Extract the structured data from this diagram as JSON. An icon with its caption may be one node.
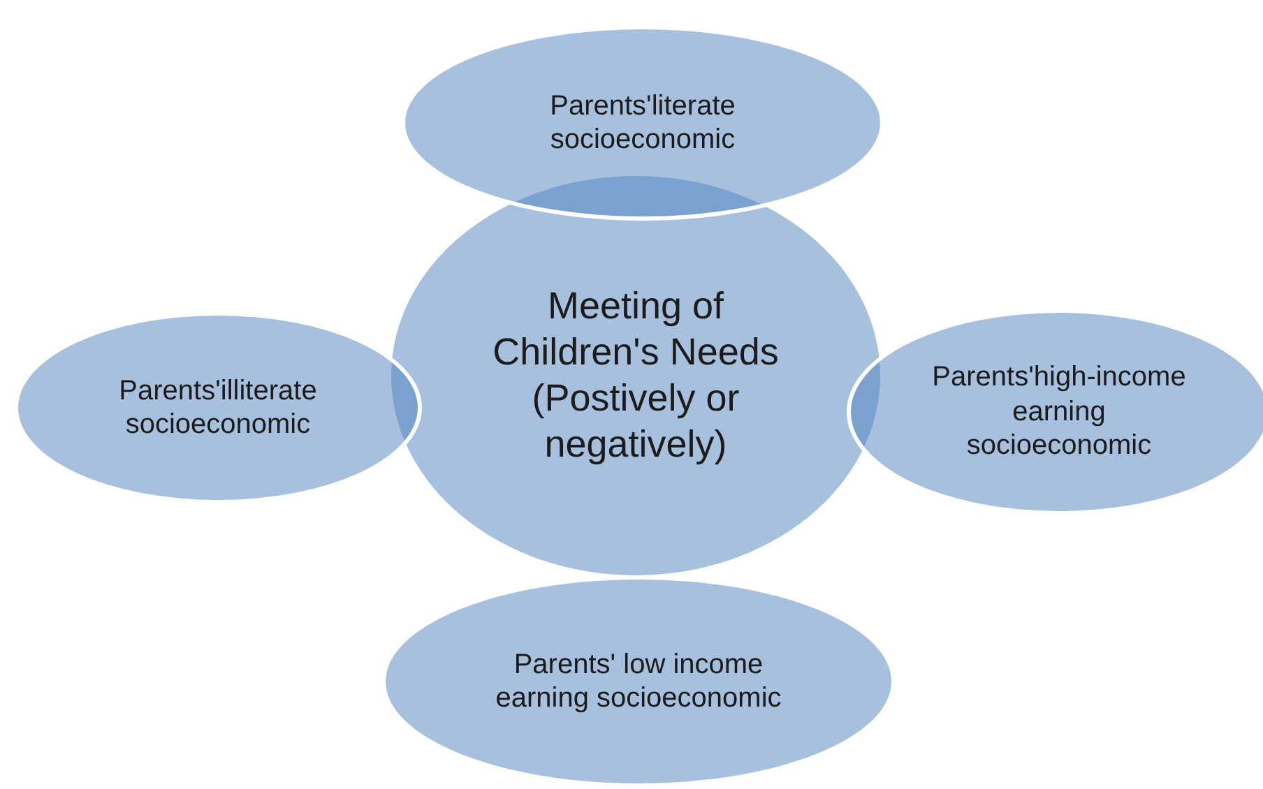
{
  "diagram": {
    "nodes": [
      {
        "text": [
          "Parents'literate socioeconomic"
        ]
      },
      {
        "text": [
          "Meeting of Children's Needs (Postively or negatively)"
        ]
      },
      {
        "text": [
          "Parents'illiterate socioeconomic"
        ]
      },
      {
        "text": [
          "Parents'high-income earning socioeconomic"
        ]
      },
      {
        "text": [
          "Parents' low income earning socioeconomic"
        ]
      }
    ]
  }
}
